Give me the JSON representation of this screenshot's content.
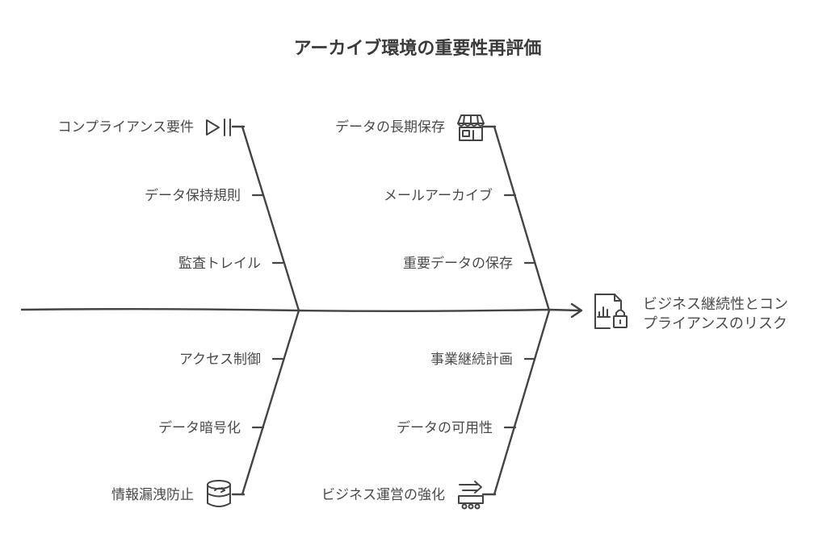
{
  "title": "アーカイブ環境の重要性再評価",
  "effect": {
    "line1": "ビジネス継続性とコン",
    "line2": "プライアンスのリスク",
    "icon": "chart-lock-document-icon"
  },
  "categories": [
    {
      "icon": "play-pause-icon",
      "causes": [
        "コンプライアンス要件",
        "データ保持規則",
        "監査トレイル"
      ]
    },
    {
      "icon": "storefront-icon",
      "causes": [
        "データの長期保存",
        "メールアーカイブ",
        "重要データの保存"
      ]
    },
    {
      "icon": "database-sync-icon",
      "causes": [
        "アクセス制御",
        "データ暗号化",
        "情報漏洩防止"
      ]
    },
    {
      "icon": "conveyor-icon",
      "causes": [
        "事業継続計画",
        "データの可用性",
        "ビジネス運営の強化"
      ]
    }
  ]
}
